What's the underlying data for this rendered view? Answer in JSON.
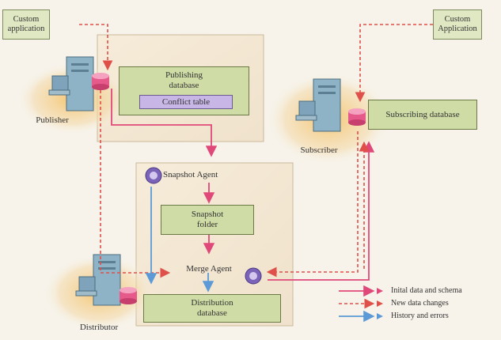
{
  "custom_app_left": "Custom\napplication",
  "custom_app_right": "Custom\nApplication",
  "publisher": "Publisher",
  "publishing_database": "Publishing\ndatabase",
  "conflict_table": "Conflict table",
  "subscriber": "Subscriber",
  "subscribing_database": "Subscribing database",
  "snapshot_agent": "Snapshot Agent",
  "snapshot_folder": "Snapshot\nfolder",
  "merge_agent": "Merge Agent",
  "distribution_database": "Distribution\ndatabase",
  "distributor": "Distributor",
  "legend": {
    "initial": "Inital data and schema",
    "new_changes": "New data changes",
    "history": "History and errors"
  },
  "colors": {
    "solid_arrow": "#e0487a",
    "dashed_arrow": "#e0504a",
    "history_arrow": "#5b9ad6",
    "database_box": "#cfdca6",
    "conflict_box": "#c7b6e6"
  }
}
